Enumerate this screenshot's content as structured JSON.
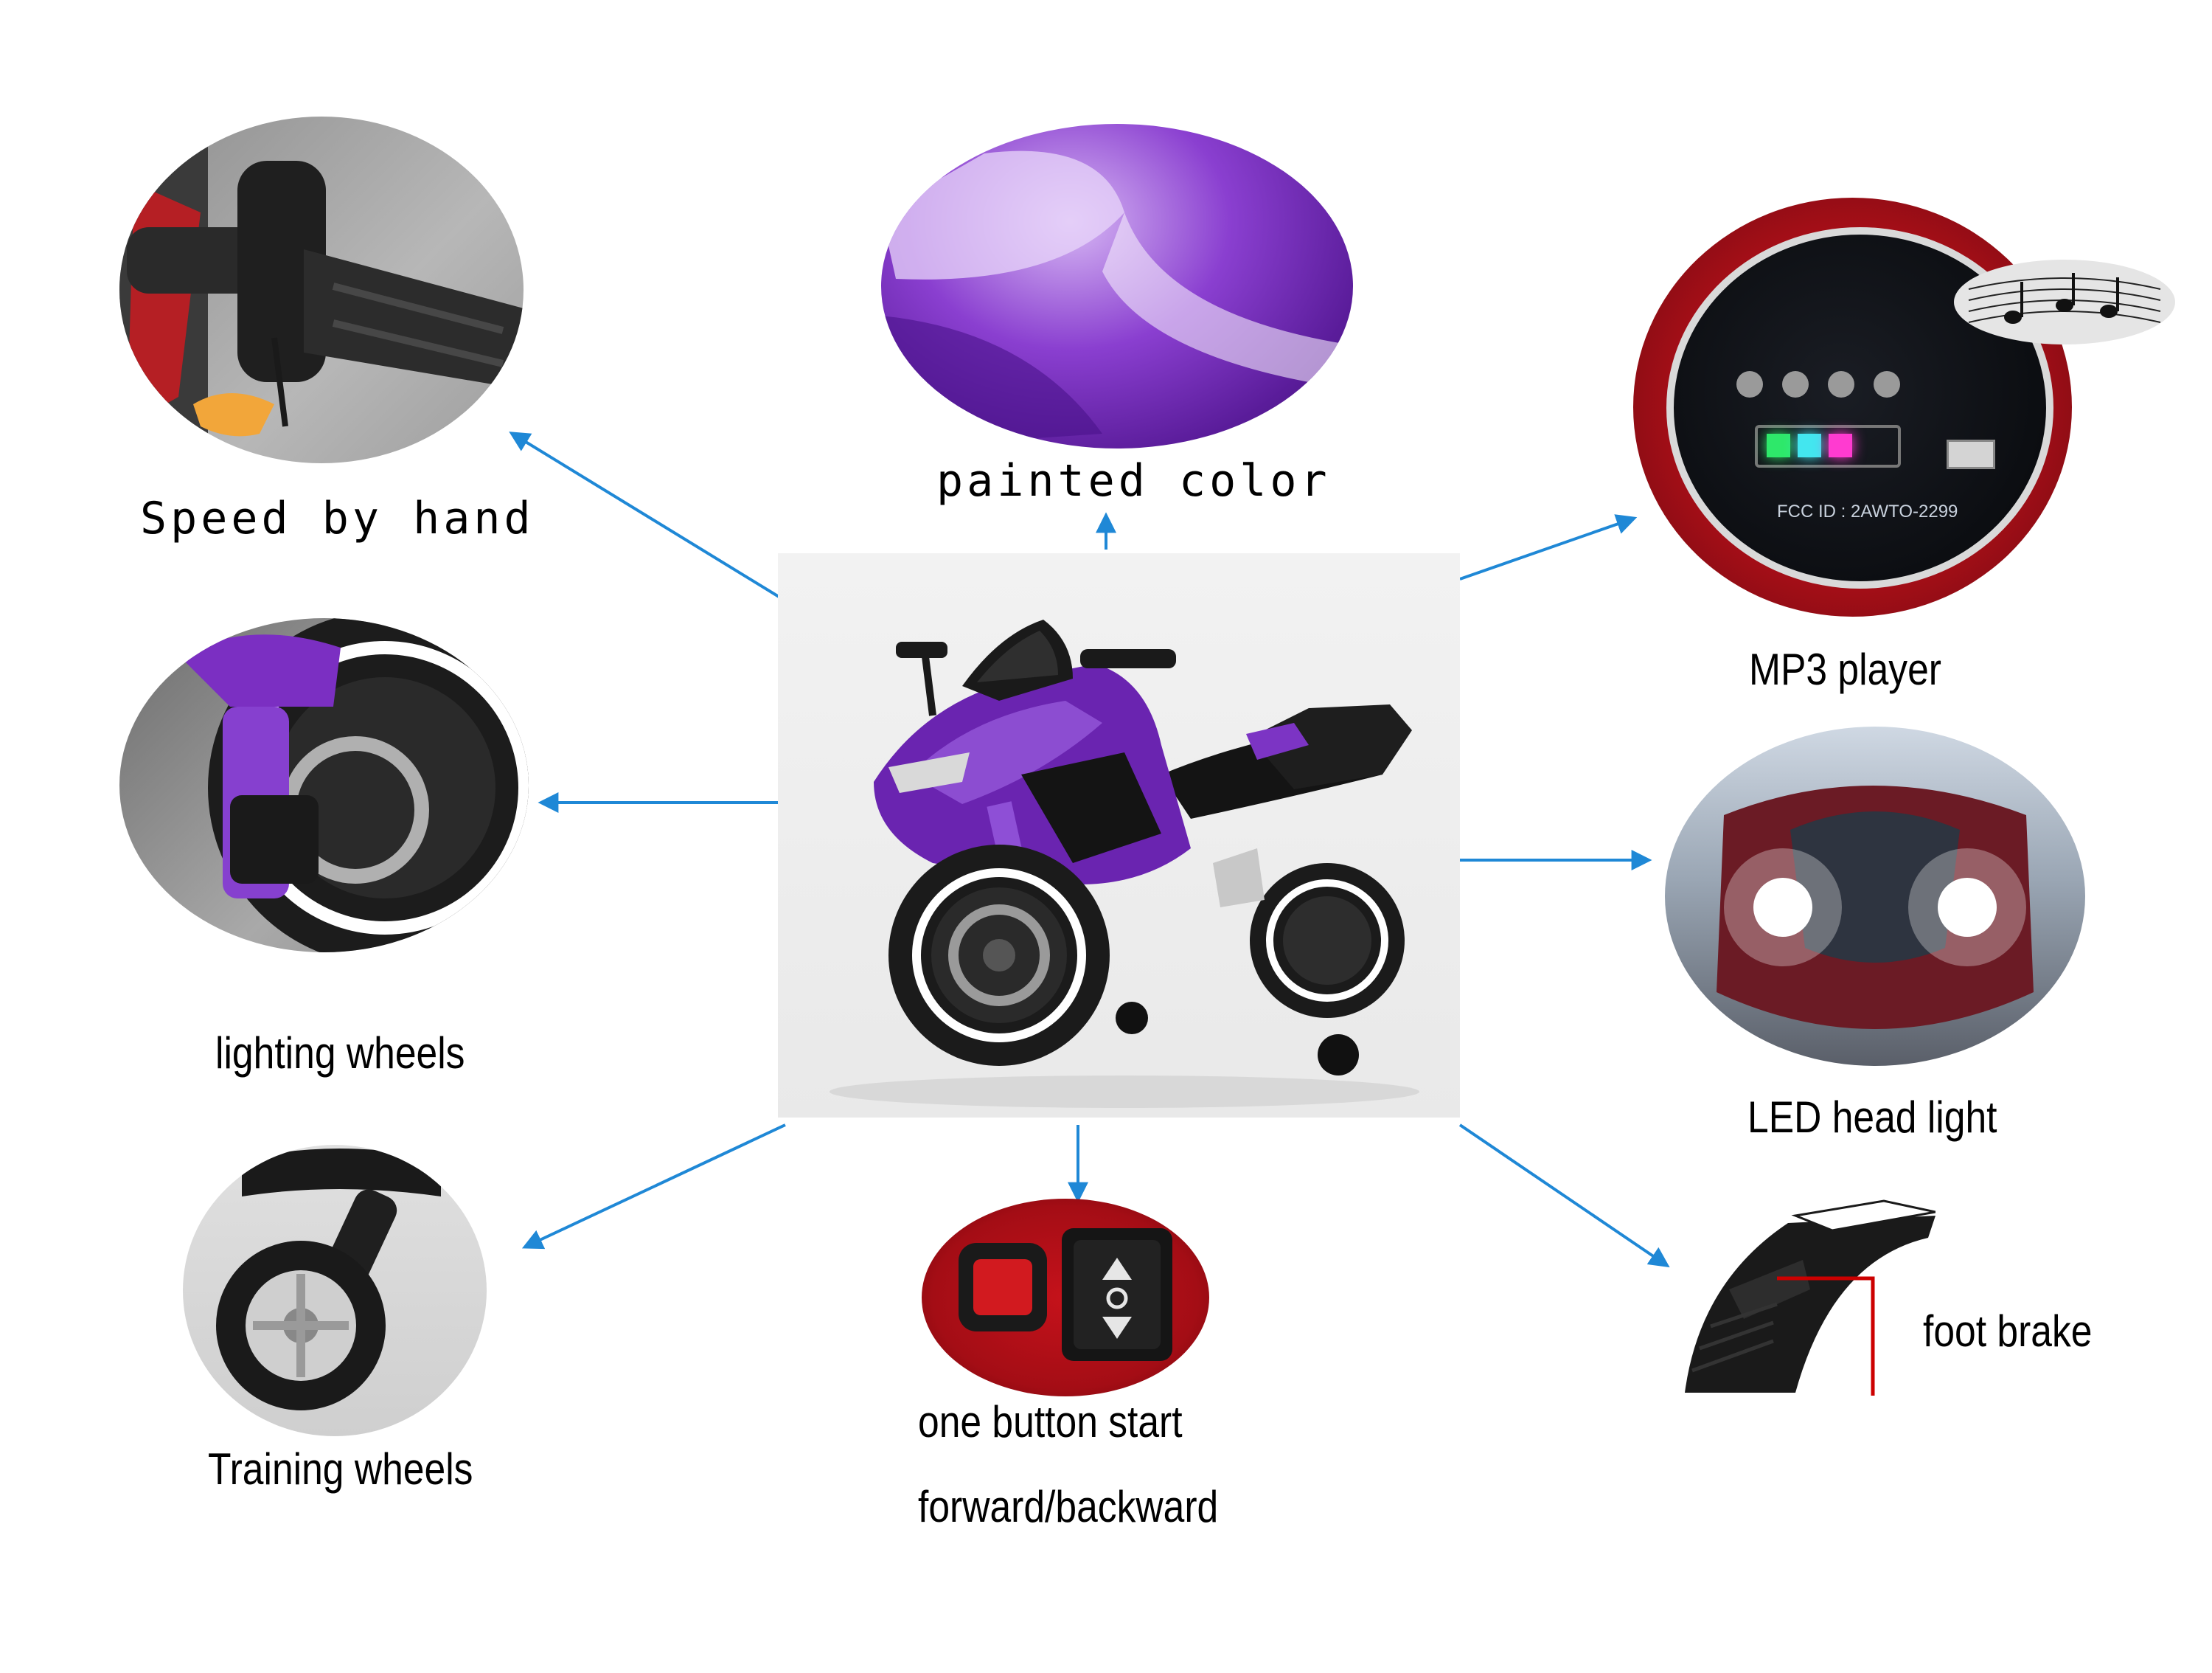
{
  "features": {
    "speed": {
      "label": "Speed by hand"
    },
    "paint": {
      "label": "painted color"
    },
    "mp3": {
      "label": "MP3 player",
      "fcc_text": "FCC ID : 2AWTO-2299"
    },
    "wheels": {
      "label": "lighting wheels"
    },
    "led": {
      "label": "LED head light"
    },
    "training": {
      "label": "Training wheels"
    },
    "start": {
      "label_line1": "one button start",
      "label_line2": "forward/backward"
    },
    "brake": {
      "label": "foot brake"
    }
  },
  "colors": {
    "arrow": "#1f88d6",
    "accent_red": "#c1121c",
    "body_purple": "#6a24b0",
    "pointer_red": "#cc0000"
  }
}
